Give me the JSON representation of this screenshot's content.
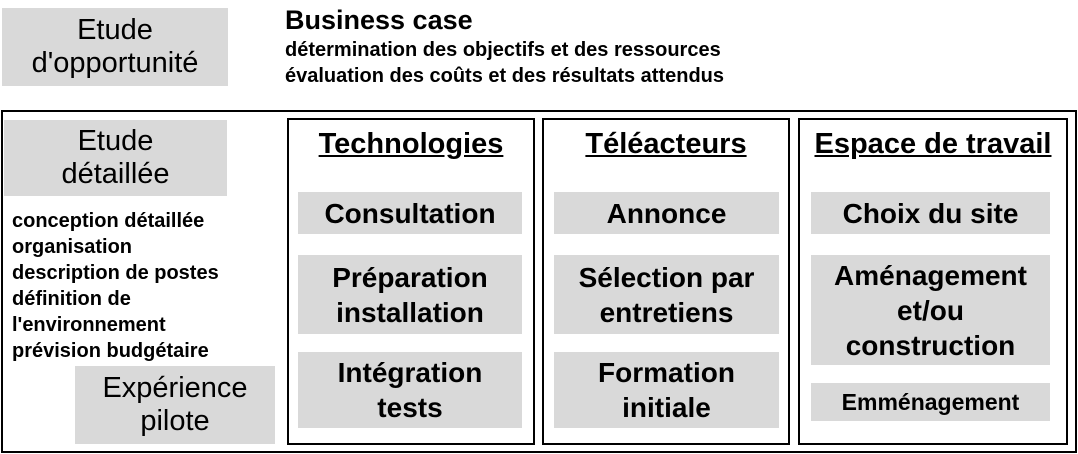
{
  "opportunity": {
    "label": "Etude\nd'opportunité"
  },
  "business_case": {
    "title": "Business case",
    "lines": [
      "détermination des objectifs et des ressources",
      "évaluation des coûts et des résultats attendus"
    ]
  },
  "detailed_study": {
    "label": "Etude\ndétaillée",
    "items": [
      "conception détaillée",
      "organisation",
      "description de postes",
      "définition de",
      "l'environnement",
      "prévision budgétaire"
    ]
  },
  "pilot": {
    "label": "Expérience\npilote"
  },
  "columns": [
    {
      "title": "Technologies",
      "boxes": [
        "Consultation",
        "Préparation\ninstallation",
        "Intégration\ntests"
      ]
    },
    {
      "title": "Téléacteurs",
      "boxes": [
        "Annonce",
        "Sélection par\nentretiens",
        "Formation\ninitiale"
      ]
    },
    {
      "title": "Espace de travail",
      "boxes": [
        "Choix du site",
        "Aménagement\net/ou\nconstruction",
        "Emménagement"
      ]
    }
  ]
}
